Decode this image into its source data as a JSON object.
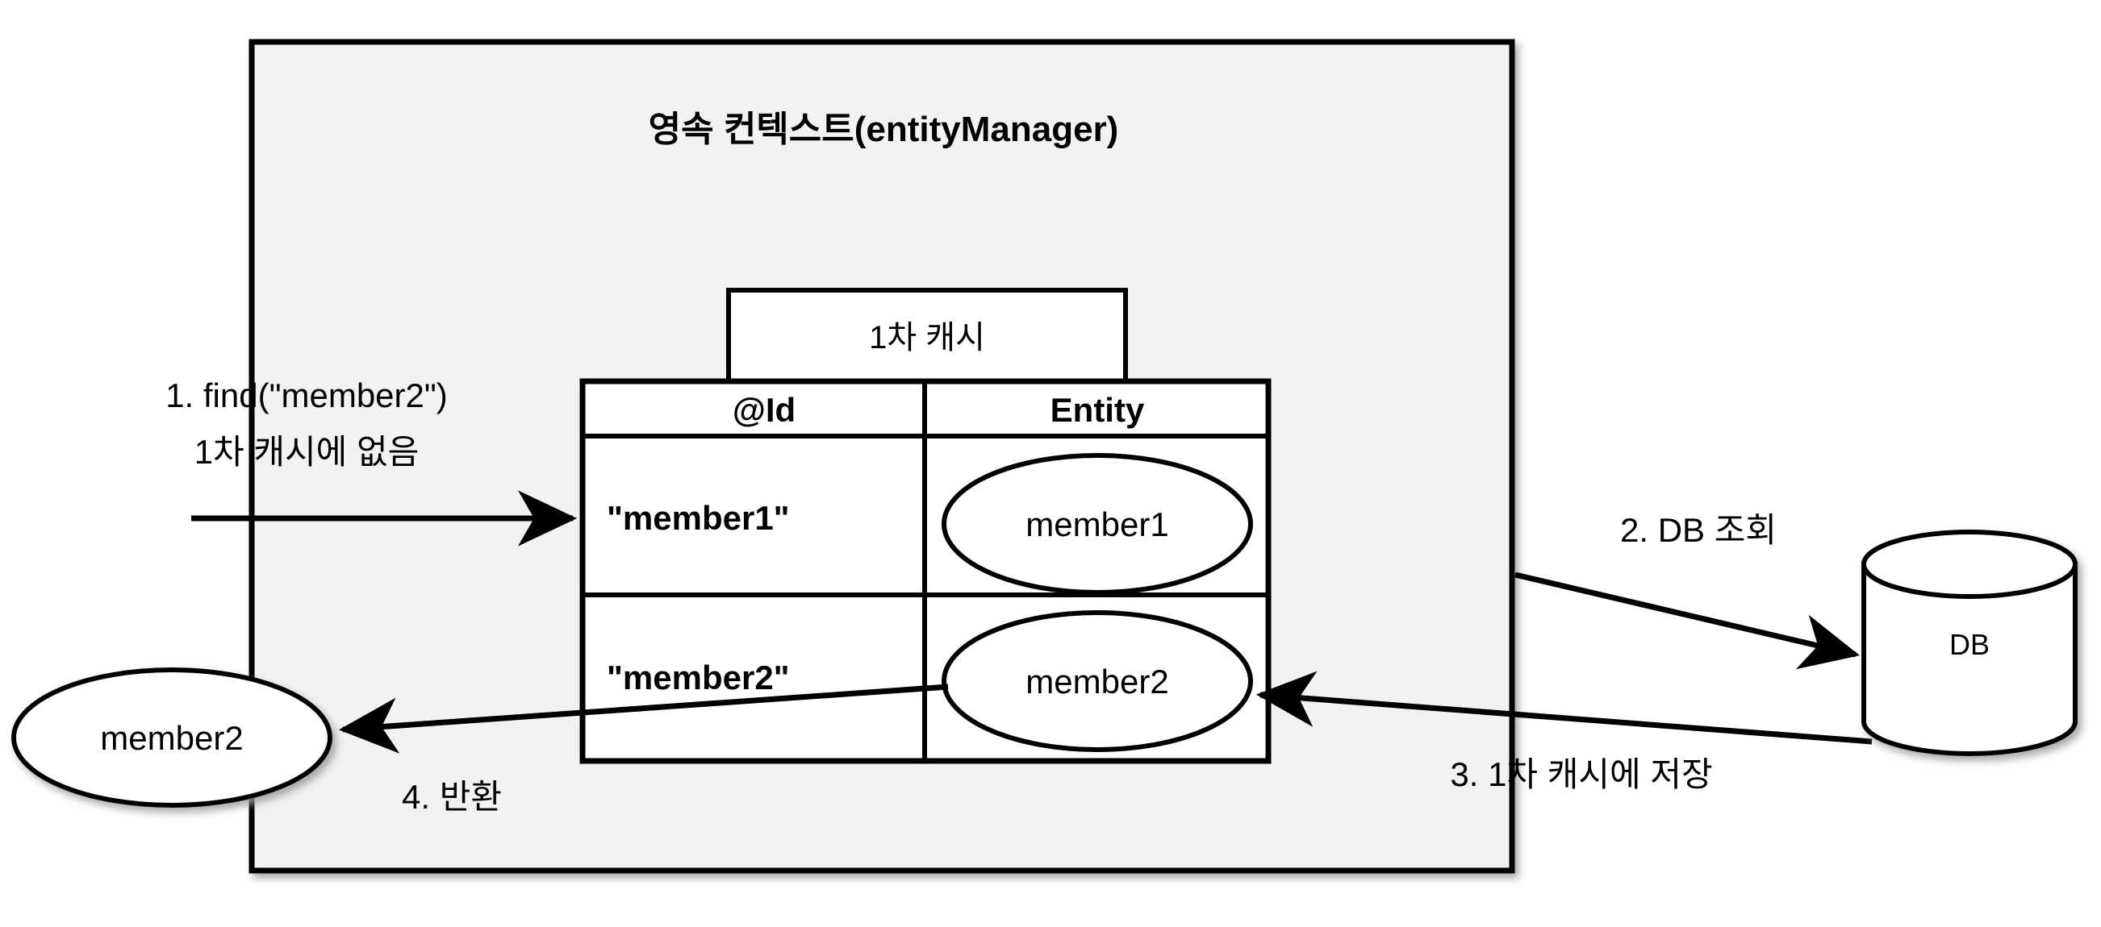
{
  "diagram": {
    "type": "jpa-persistence-context-first-level-cache",
    "background_color": "#ffffff",
    "panel_color": "#f2f2f2",
    "line_color": "#000000",
    "shape_fill": "#ffffff",
    "panel": {
      "title": "영속 컨텍스트(entityManager)"
    },
    "cache_box": {
      "label": "1차 캐시"
    },
    "table": {
      "headers": [
        "@Id",
        "Entity"
      ],
      "rows": [
        {
          "id": "\"member1\"",
          "entity": "member1"
        },
        {
          "id": "\"member2\"",
          "entity": "member2"
        }
      ]
    },
    "external_entity": {
      "label": "member2"
    },
    "database": {
      "label": "DB"
    },
    "steps": [
      {
        "number": "1",
        "line1": "1. find(\"member2\")",
        "line2": "1차 캐시에 없음"
      },
      {
        "number": "2",
        "line1": "2. DB 조회"
      },
      {
        "number": "3",
        "line1": "3. 1차 캐시에 저장"
      },
      {
        "number": "4",
        "line1": "4. 반환"
      }
    ]
  }
}
